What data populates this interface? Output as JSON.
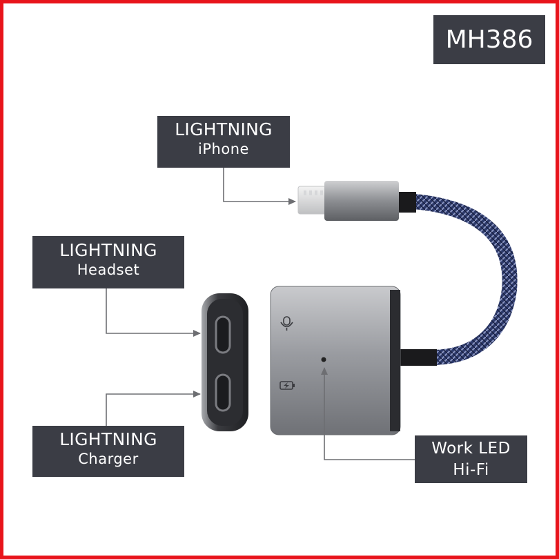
{
  "model": "MH386",
  "callouts": {
    "iphone": {
      "line1": "LIGHTNING",
      "line2": "iPhone"
    },
    "headset": {
      "line1": "LIGHTNING",
      "line2": "Headset"
    },
    "charger": {
      "line1": "LIGHTNING",
      "line2": "Charger"
    },
    "led": {
      "line1": "Work LED",
      "line2": "Hi-Fi"
    }
  },
  "icons": [
    "microphone-icon",
    "battery-charge-icon",
    "lightning-plug-icon"
  ],
  "colors": {
    "frame": "#e8141b",
    "label_bg": "#3b3d45",
    "label_text": "#ffffff",
    "body_metal": "#8e9096",
    "cable": "#34437a"
  }
}
